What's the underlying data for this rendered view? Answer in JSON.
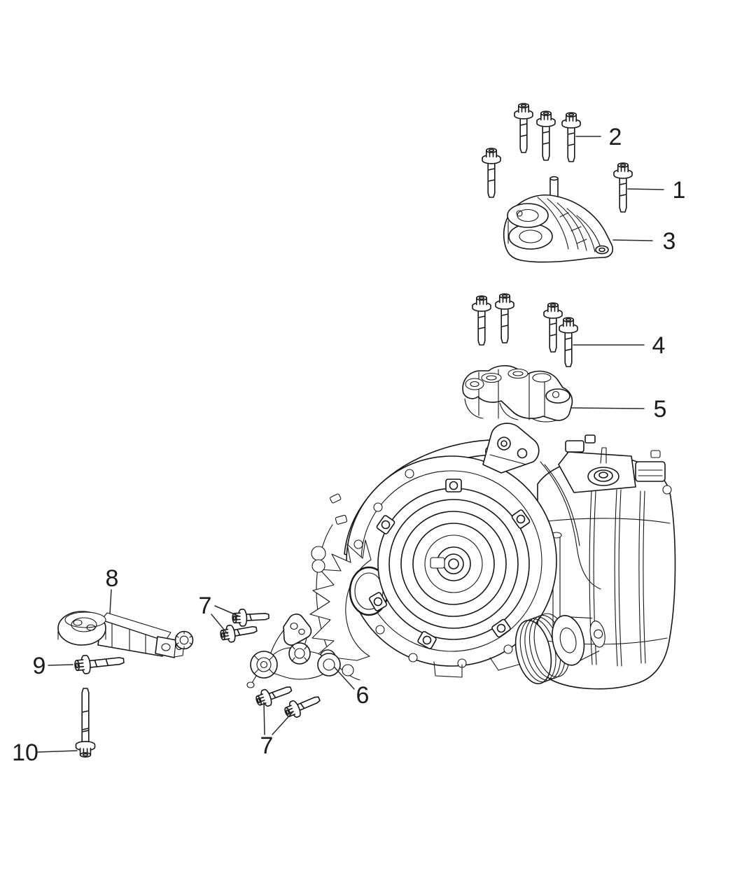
{
  "diagram": {
    "kind": "exploded-parts-diagram",
    "colors": {
      "background": "#ffffff",
      "line_art": "#161616",
      "label_text": "#1c1c1c"
    },
    "callouts": [
      {
        "label": "1",
        "part": "mount-flange-bolt"
      },
      {
        "label": "2",
        "part": "mount-upper-bolts"
      },
      {
        "label": "3",
        "part": "transmission-mount-insulator"
      },
      {
        "label": "4",
        "part": "support-bracket-bolts"
      },
      {
        "label": "5",
        "part": "mounting-support-bracket"
      },
      {
        "label": "6",
        "part": "torque-strut-bracket"
      },
      {
        "label": "7",
        "part": "bracket-bolts-upper-pair"
      },
      {
        "label": "7",
        "part": "bracket-bolts-lower-pair"
      },
      {
        "label": "8",
        "part": "torque-strut"
      },
      {
        "label": "9",
        "part": "torque-strut-bolt"
      },
      {
        "label": "10",
        "part": "torque-strut-through-bolt"
      }
    ]
  }
}
